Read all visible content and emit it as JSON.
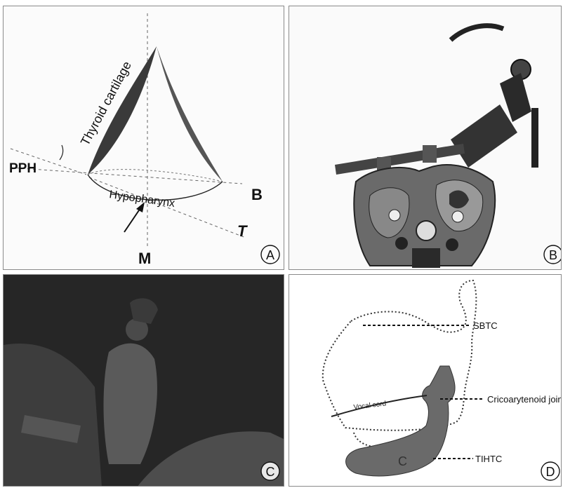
{
  "panel_a": {
    "badge": "A",
    "labels": {
      "thyroid": "Thyroid cartilage",
      "hypopharynx": "Hypopharynx",
      "pph": "PPH",
      "b": "B",
      "t": "T",
      "m": "M"
    }
  },
  "panel_b": {
    "badge": "B"
  },
  "panel_c": {
    "badge": "C"
  },
  "panel_d": {
    "badge": "D",
    "labels": {
      "sbtc": "SBTC",
      "cricoarytenoid": "Cricoarytenoid join",
      "tihtc": "TIHTC",
      "vocal_cord": "Vocal cord",
      "inner_c": "C"
    }
  },
  "colors": {
    "tissue": "#5f5f5f",
    "dark": "#1e1e1e",
    "line": "#333333"
  }
}
